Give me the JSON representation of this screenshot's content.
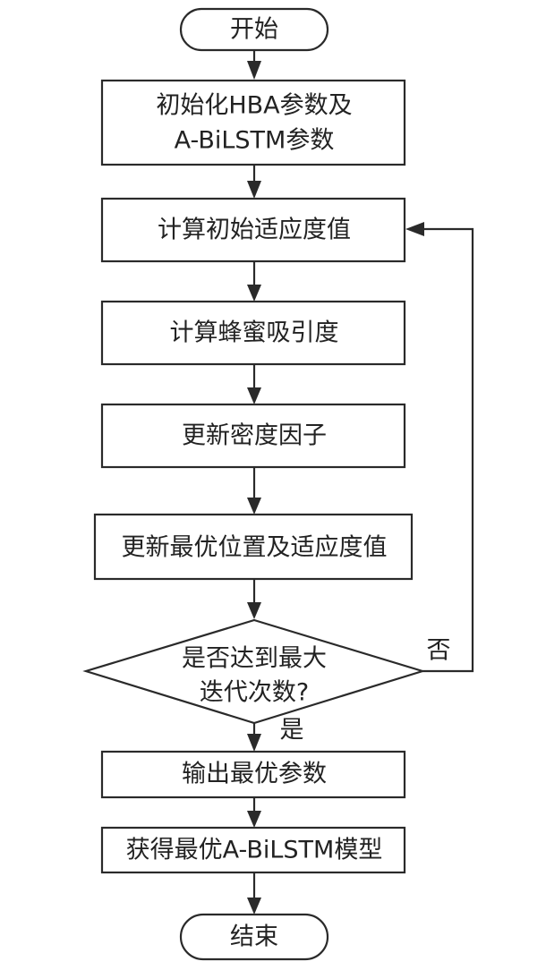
{
  "diagram": {
    "type": "flowchart",
    "nodes": [
      {
        "id": "start",
        "shape": "terminal",
        "lines": [
          "开始"
        ]
      },
      {
        "id": "init",
        "shape": "process",
        "lines": [
          "初始化HBA参数及",
          "A-BiLSTM参数"
        ]
      },
      {
        "id": "fitness",
        "shape": "process",
        "lines": [
          "计算初始适应度值"
        ]
      },
      {
        "id": "attract",
        "shape": "process",
        "lines": [
          "计算蜂蜜吸引度"
        ]
      },
      {
        "id": "density",
        "shape": "process",
        "lines": [
          "更新密度因子"
        ]
      },
      {
        "id": "update",
        "shape": "process",
        "lines": [
          "更新最优位置及适应度值"
        ]
      },
      {
        "id": "decision",
        "shape": "decision",
        "lines": [
          "是否达到最大",
          "迭代次数?"
        ]
      },
      {
        "id": "output",
        "shape": "process",
        "lines": [
          "输出最优参数"
        ]
      },
      {
        "id": "model",
        "shape": "process",
        "lines": [
          "获得最优A-BiLSTM模型"
        ]
      },
      {
        "id": "end",
        "shape": "terminal",
        "lines": [
          "结束"
        ]
      }
    ],
    "edges": [
      {
        "from": "start",
        "to": "init",
        "label": ""
      },
      {
        "from": "init",
        "to": "fitness",
        "label": ""
      },
      {
        "from": "fitness",
        "to": "attract",
        "label": ""
      },
      {
        "from": "attract",
        "to": "density",
        "label": ""
      },
      {
        "from": "density",
        "to": "update",
        "label": ""
      },
      {
        "from": "update",
        "to": "decision",
        "label": ""
      },
      {
        "from": "decision",
        "to": "output",
        "label": "是"
      },
      {
        "from": "decision",
        "to": "fitness",
        "label": "否"
      },
      {
        "from": "output",
        "to": "model",
        "label": ""
      },
      {
        "from": "model",
        "to": "end",
        "label": ""
      }
    ],
    "edge_labels": {
      "yes": "是",
      "no": "否"
    }
  }
}
